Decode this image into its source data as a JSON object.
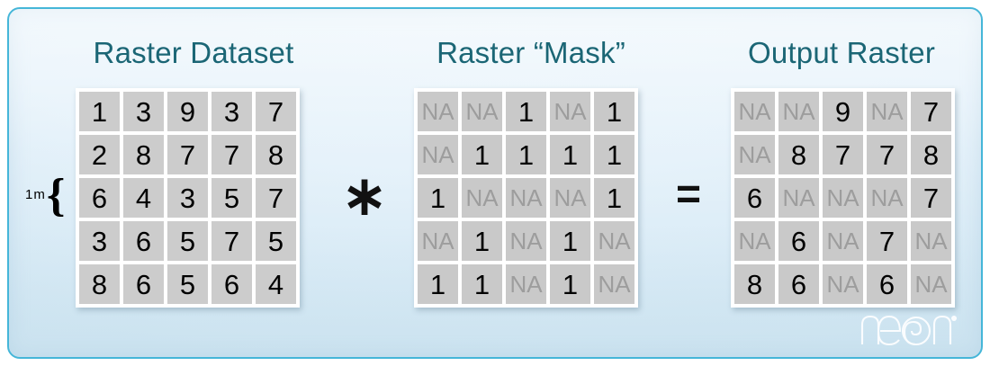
{
  "figure": {
    "background_color": "#e4f1fa",
    "border_color": "#45b6d8",
    "title_color": "#1b6675",
    "cell_color": "#cccccc",
    "na_color": "#9d9d9d"
  },
  "panels": [
    {
      "id": "dataset",
      "title": "Raster Dataset"
    },
    {
      "id": "mask",
      "title": "Raster “Mask”"
    },
    {
      "id": "output",
      "title": "Output Raster"
    }
  ],
  "operators": {
    "multiply": "∗",
    "equals": "="
  },
  "scale": {
    "text": "1m",
    "brace": "{"
  },
  "logo": {
    "text": "neon",
    "trademark": "®"
  },
  "chart_data": {
    "type": "table",
    "title": "Raster Dataset * Raster “Mask” = Output Raster",
    "grids": [
      {
        "name": "Raster Dataset",
        "rows": 5,
        "cols": 5,
        "values": [
          [
            "1",
            "3",
            "9",
            "3",
            "7"
          ],
          [
            "2",
            "8",
            "7",
            "7",
            "8"
          ],
          [
            "6",
            "4",
            "3",
            "5",
            "7"
          ],
          [
            "3",
            "6",
            "5",
            "7",
            "5"
          ],
          [
            "8",
            "6",
            "5",
            "6",
            "4"
          ]
        ]
      },
      {
        "name": "Raster “Mask”",
        "rows": 5,
        "cols": 5,
        "values": [
          [
            "NA",
            "NA",
            "1",
            "NA",
            "1"
          ],
          [
            "NA",
            "1",
            "1",
            "1",
            "1"
          ],
          [
            "1",
            "NA",
            "NA",
            "NA",
            "1"
          ],
          [
            "NA",
            "1",
            "NA",
            "1",
            "NA"
          ],
          [
            "1",
            "1",
            "NA",
            "1",
            "NA"
          ]
        ]
      },
      {
        "name": "Output Raster",
        "rows": 5,
        "cols": 5,
        "values": [
          [
            "NA",
            "NA",
            "9",
            "NA",
            "7"
          ],
          [
            "NA",
            "8",
            "7",
            "7",
            "8"
          ],
          [
            "6",
            "NA",
            "NA",
            "NA",
            "7"
          ],
          [
            "NA",
            "6",
            "NA",
            "7",
            "NA"
          ],
          [
            "8",
            "6",
            "NA",
            "6",
            "NA"
          ]
        ]
      }
    ],
    "annotations": [
      {
        "text": "1m",
        "description": "cell resolution brace on left of dataset grid"
      }
    ]
  }
}
